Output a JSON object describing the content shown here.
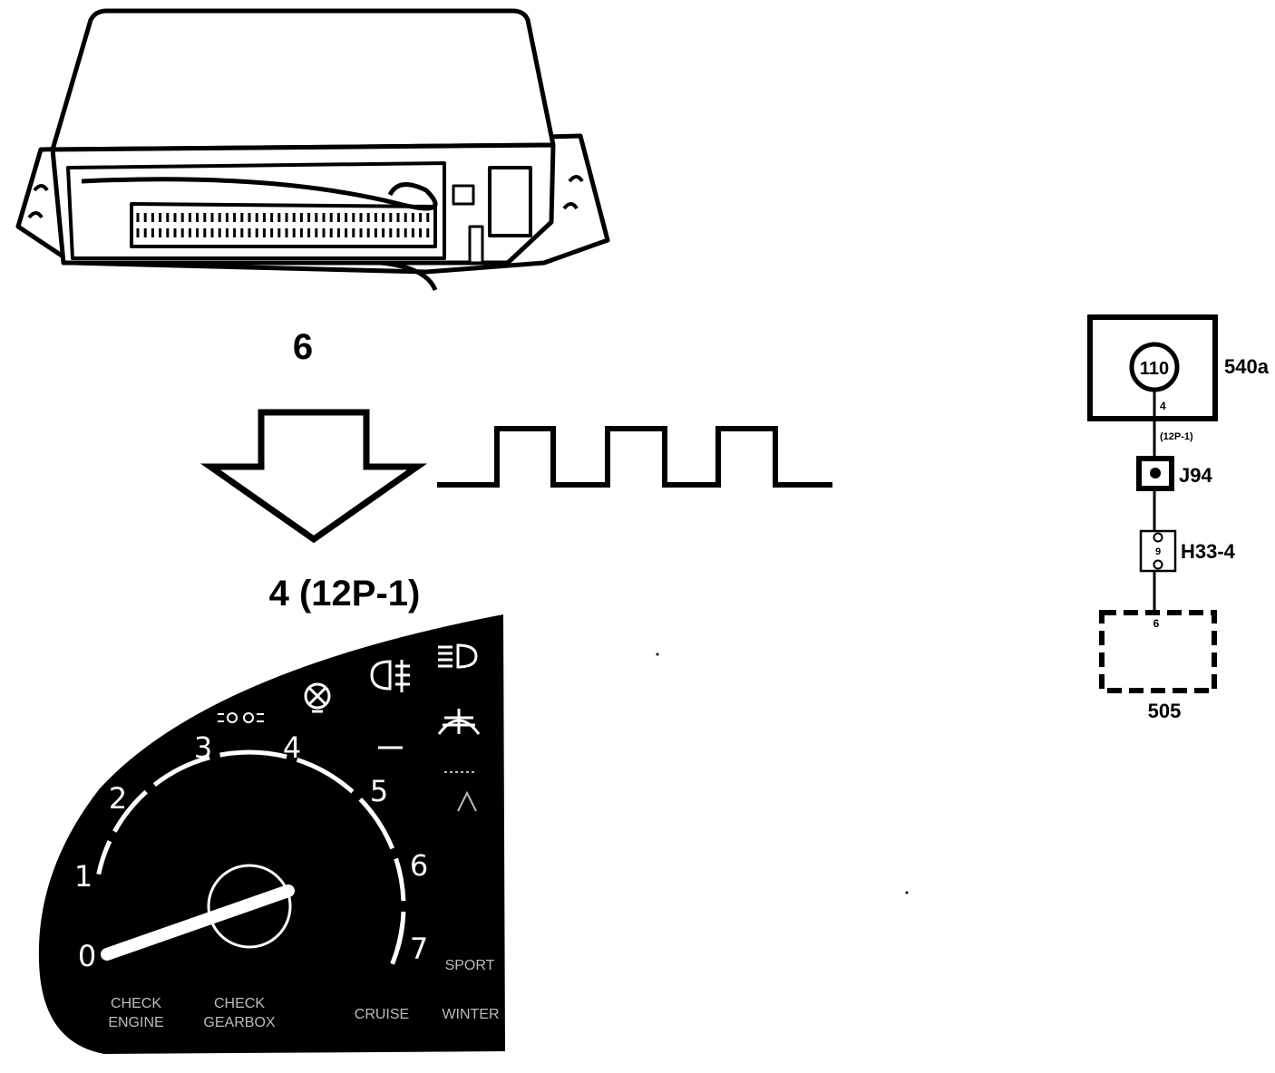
{
  "labels": {
    "ecu_number": "6",
    "signal_pin": "4 (12P-1)",
    "cluster_ref": "540a",
    "cluster_connector_pin": "110",
    "wire_pin": "4",
    "wire_connector": "(12P-1)",
    "junction": "J94",
    "connector": "H33-4",
    "connector_pin": "9",
    "ecu_pin": "6",
    "ecu_ref": "505"
  },
  "cluster": {
    "dial_numbers": [
      "0",
      "1",
      "2",
      "3",
      "4",
      "5",
      "6",
      "7"
    ],
    "warning_labels": {
      "check_engine_1": "CHECK",
      "check_engine_2": "ENGINE",
      "check_gearbox_1": "CHECK",
      "check_gearbox_2": "GEARBOX",
      "cruise": "CRUISE",
      "winter": "WINTER",
      "sport": "SPORT"
    }
  },
  "icons": [
    "ecu-module-icon",
    "down-arrow-icon",
    "square-wave-icon",
    "headlight-icon",
    "fog-light-icon",
    "bulb-failure-icon",
    "sidelight-icon",
    "wiper-icon",
    "washer-icon"
  ]
}
